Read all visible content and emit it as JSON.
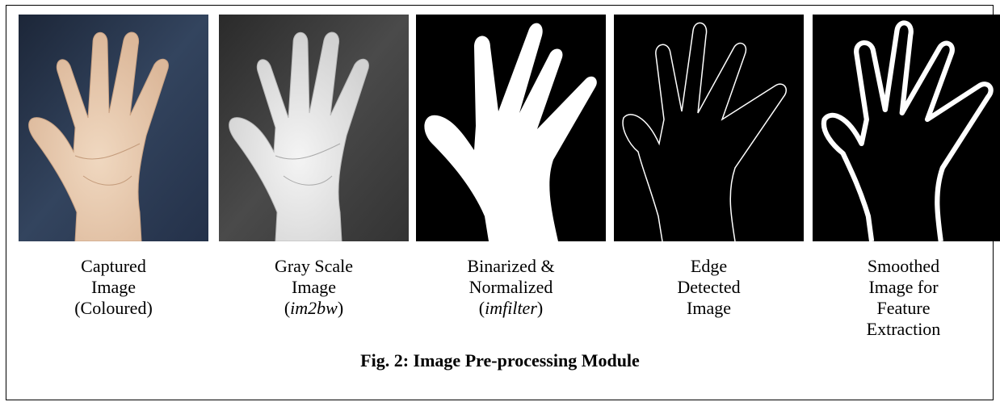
{
  "panels": [
    {
      "lines": [
        "Captured",
        "Image",
        "(Coloured)"
      ]
    },
    {
      "lines": [
        "Gray Scale",
        "Image",
        ""
      ],
      "italic": "im2bw"
    },
    {
      "lines": [
        "Binarized &",
        "Normalized",
        ""
      ],
      "italic": "imfilter"
    },
    {
      "lines": [
        "Edge",
        "Detected",
        "Image"
      ]
    },
    {
      "lines": [
        "Smoothed",
        "Image for",
        "Feature",
        "Extraction"
      ]
    }
  ],
  "figure_caption": "Fig. 2: Image Pre-processing Module",
  "colors": {
    "shirt": "#2c3b52",
    "skin": "#e9cdb2",
    "gray_bg": "#3a3a3a",
    "gray_hand": "#e8e8e8",
    "black": "#000000",
    "white": "#ffffff"
  }
}
